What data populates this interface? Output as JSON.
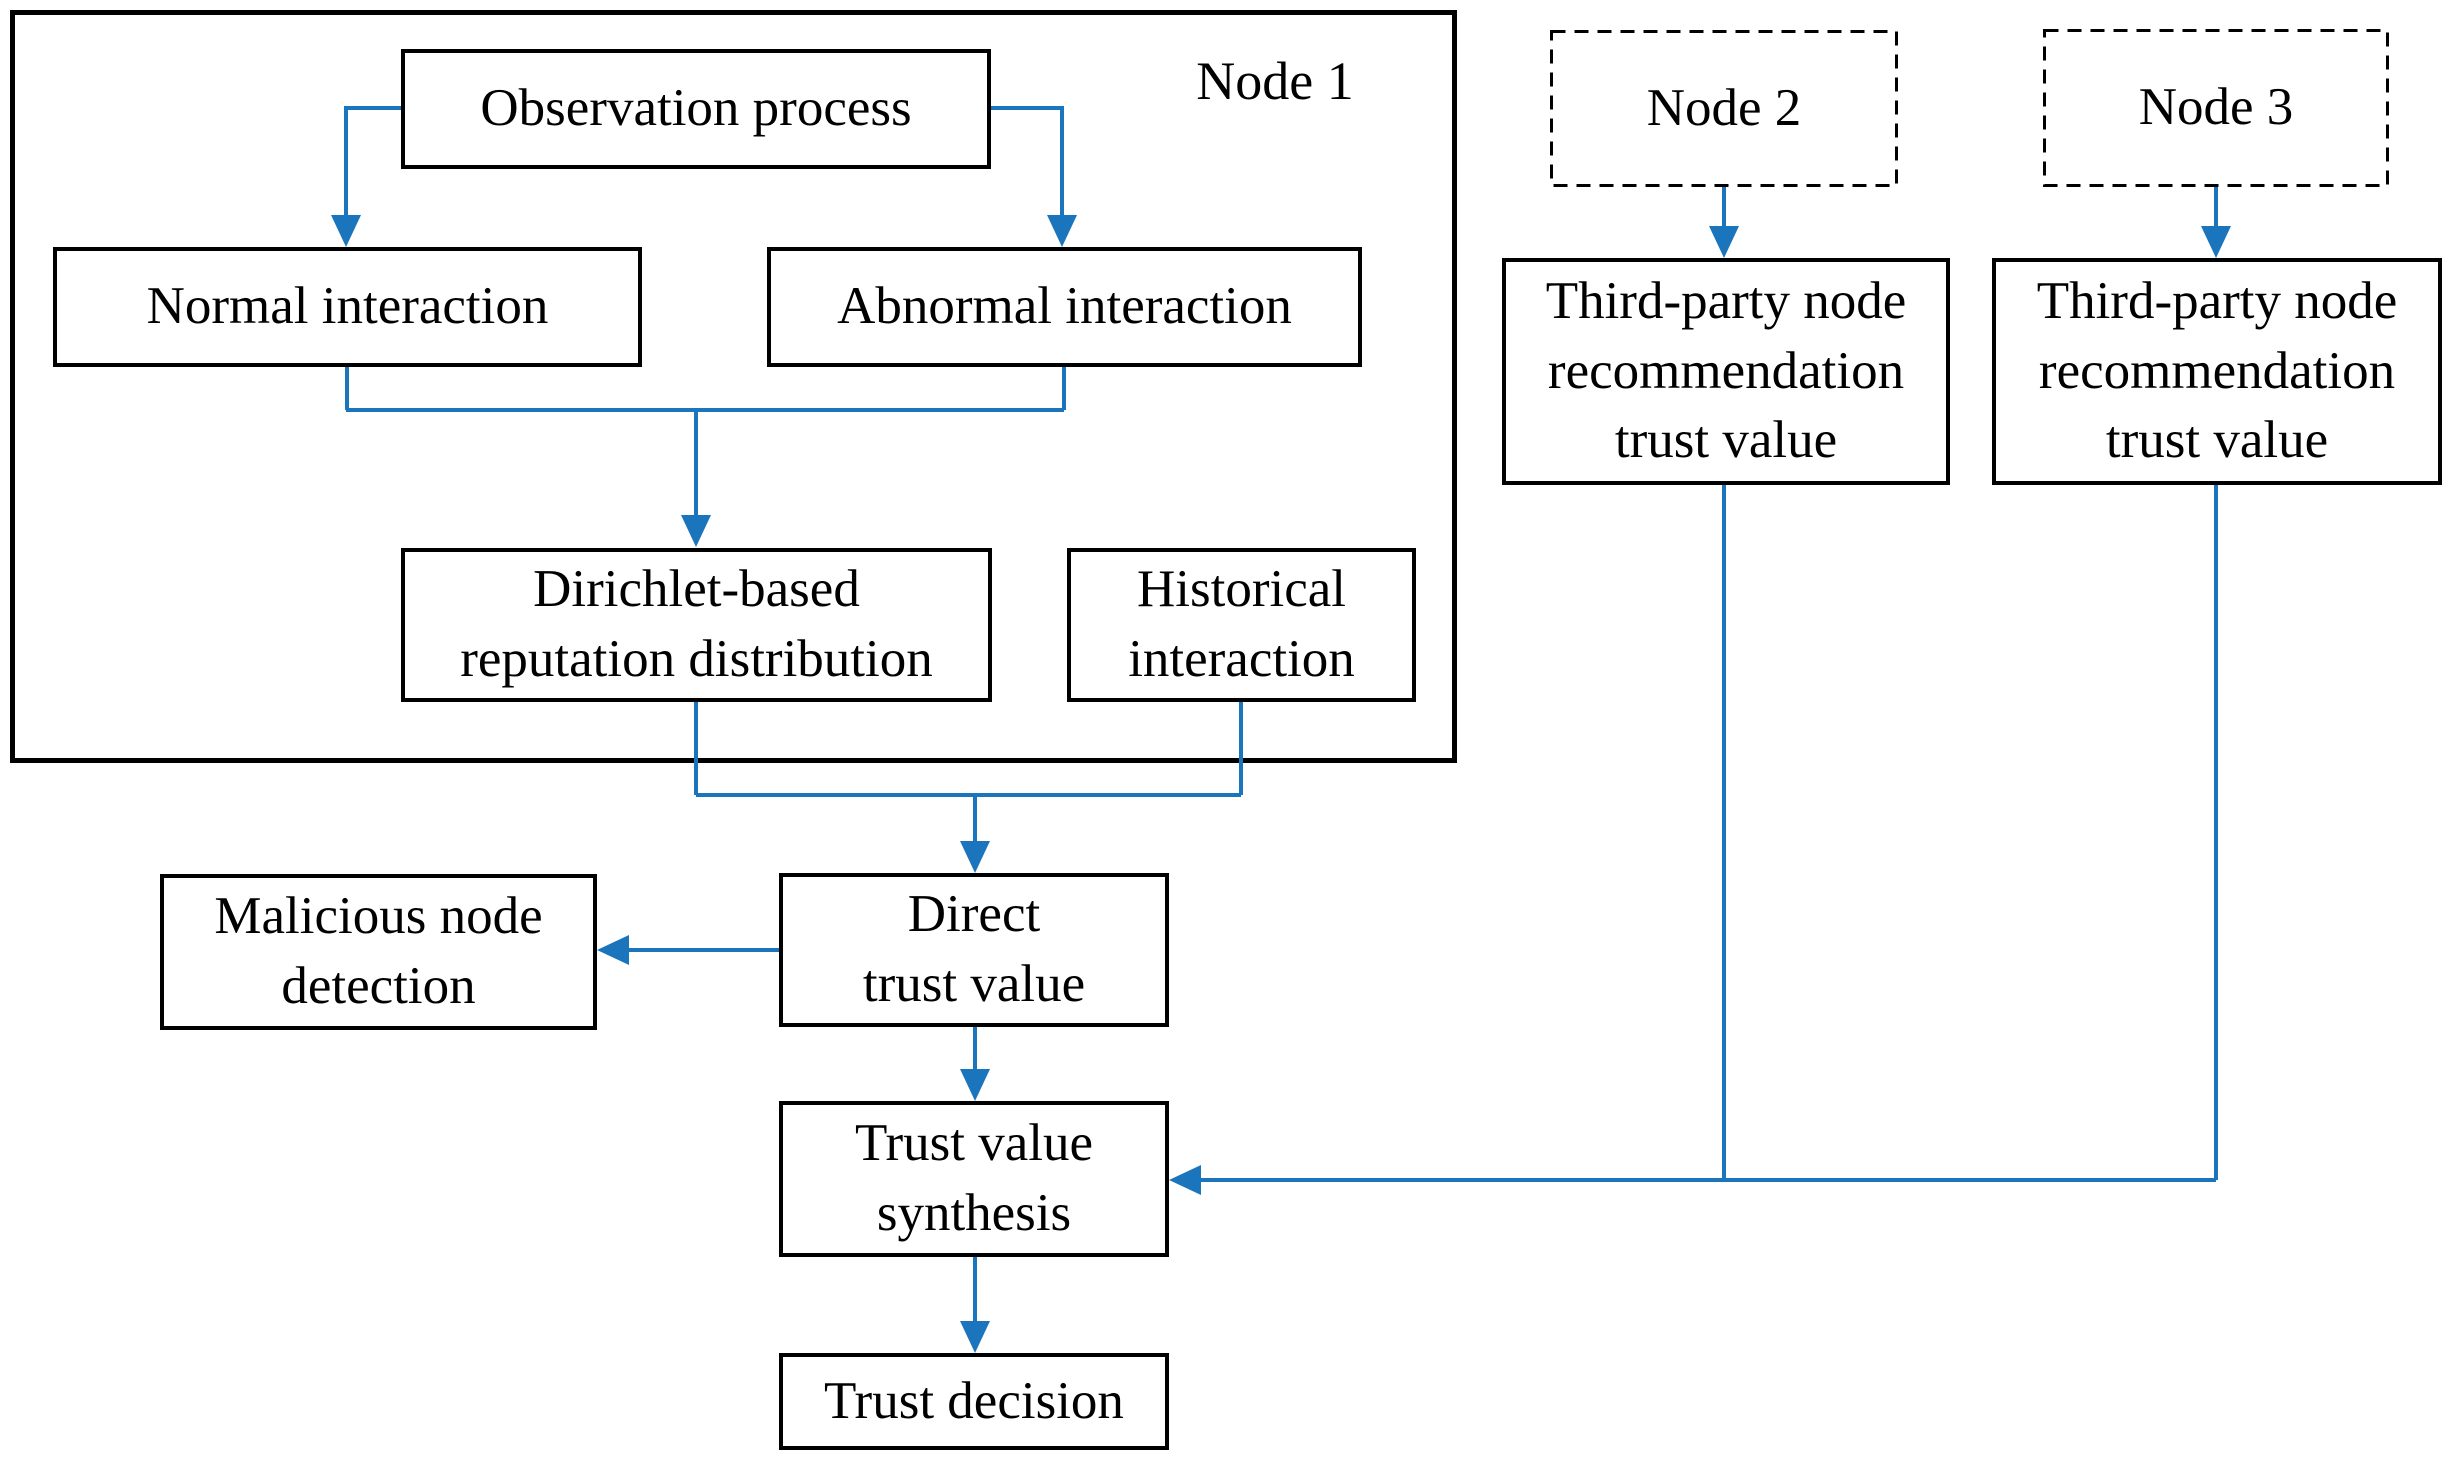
{
  "colors": {
    "connector": "#1b75bc",
    "border": "#000000",
    "background": "#ffffff",
    "text": "#000000"
  },
  "node1": {
    "label": "Node 1",
    "observation": {
      "line1": "Observation process"
    },
    "normal": {
      "line1": "Normal interaction"
    },
    "abnormal": {
      "line1": "Abnormal interaction"
    },
    "dirichlet": {
      "line1": "Dirichlet-based",
      "line2": "reputation distribution"
    },
    "historical": {
      "line1": "Historical",
      "line2": "interaction"
    }
  },
  "node2": {
    "label": "Node 2",
    "recommendation": {
      "line1": "Third-party node",
      "line2": "recommendation",
      "line3": "trust value"
    }
  },
  "node3": {
    "label": "Node 3",
    "recommendation": {
      "line1": "Third-party node",
      "line2": "recommendation",
      "line3": "trust value"
    }
  },
  "flow": {
    "malicious": {
      "line1": "Malicious node",
      "line2": "detection"
    },
    "direct": {
      "line1": "Direct",
      "line2": "trust value"
    },
    "synthesis": {
      "line1": "Trust value",
      "line2": "synthesis"
    },
    "decision": {
      "line1": "Trust decision"
    }
  }
}
